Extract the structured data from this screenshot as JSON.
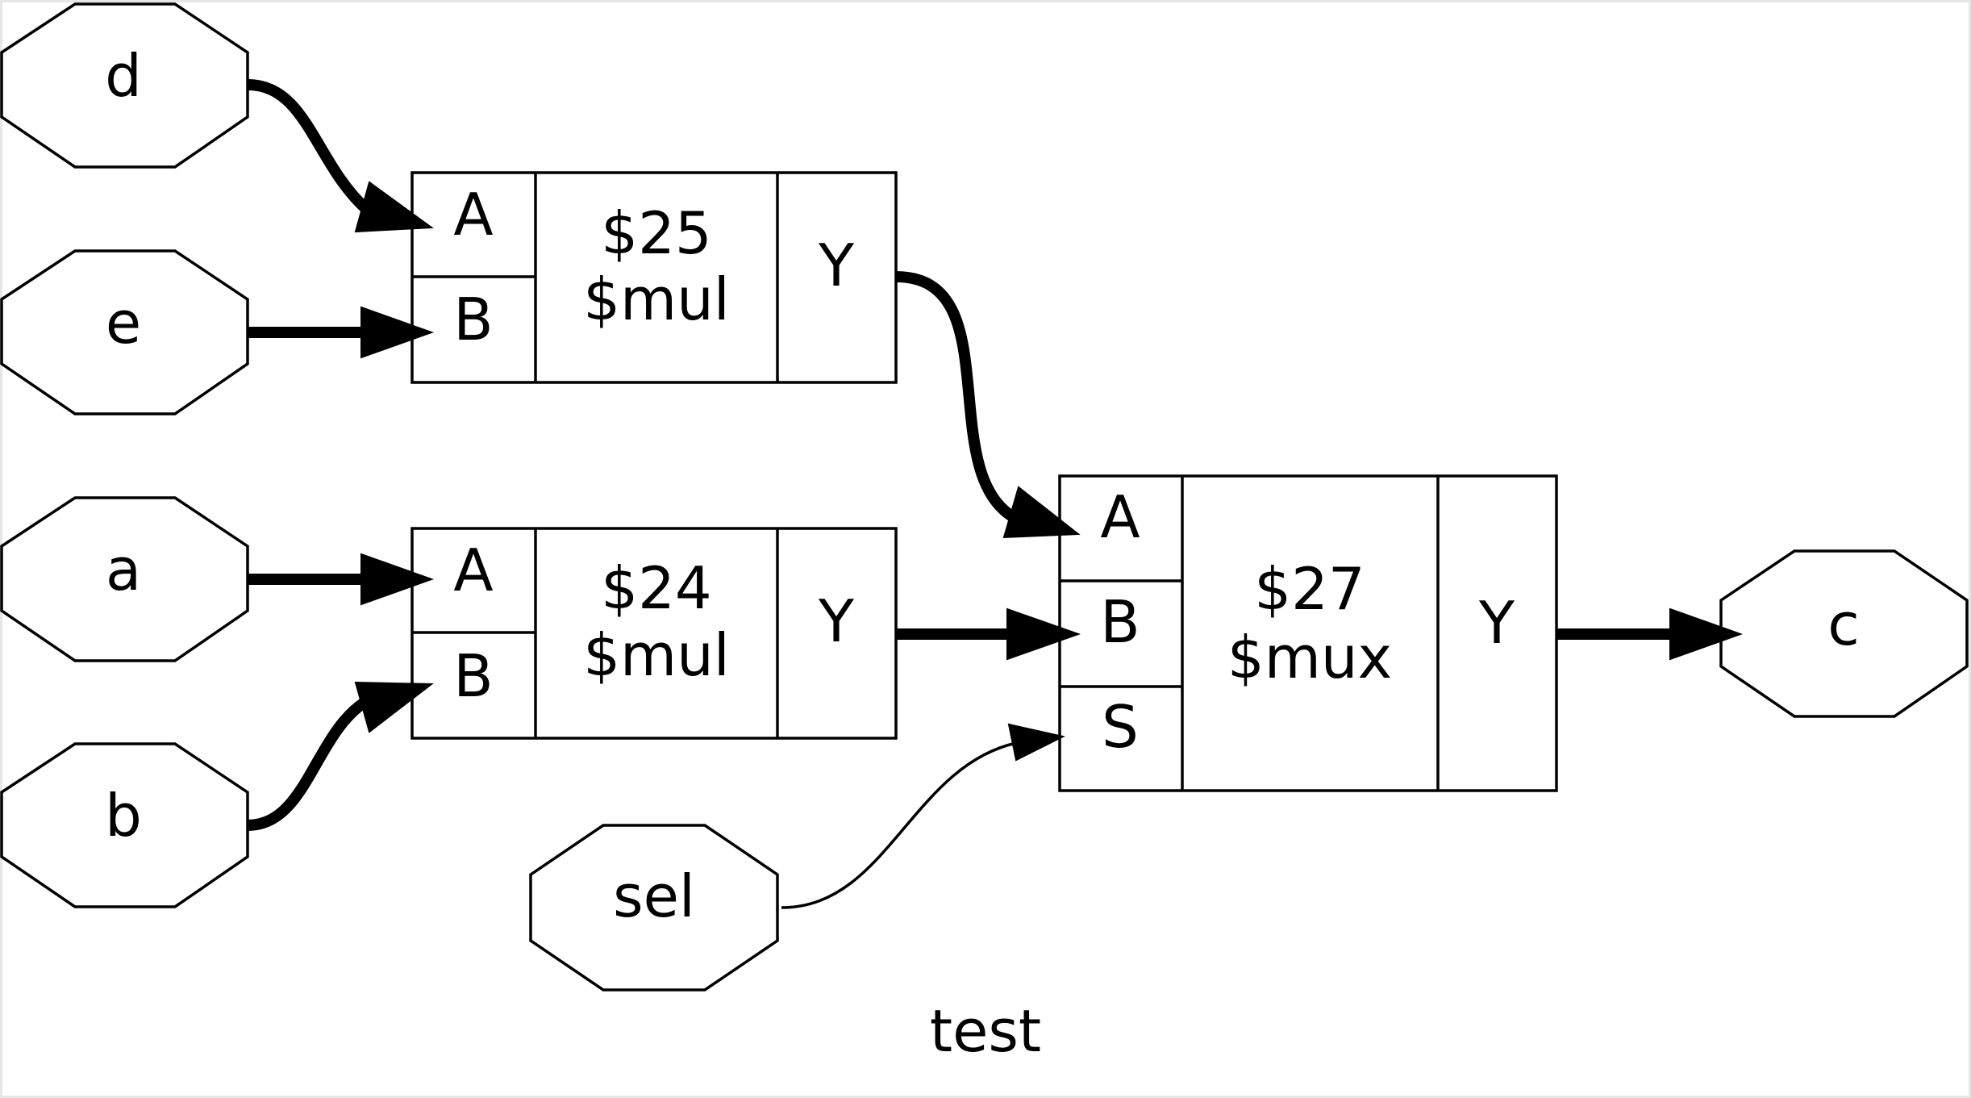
{
  "diagram": {
    "title": "test",
    "ports": {
      "d": "d",
      "e": "e",
      "a": "a",
      "b": "b",
      "sel": "sel",
      "c": "c"
    },
    "cells": {
      "mul25": {
        "id": "$25",
        "type": "$mul",
        "in_a": "A",
        "in_b": "B",
        "out": "Y"
      },
      "mul24": {
        "id": "$24",
        "type": "$mul",
        "in_a": "A",
        "in_b": "B",
        "out": "Y"
      },
      "mux27": {
        "id": "$27",
        "type": "$mux",
        "in_a": "A",
        "in_b": "B",
        "in_s": "S",
        "out": "Y"
      }
    }
  }
}
